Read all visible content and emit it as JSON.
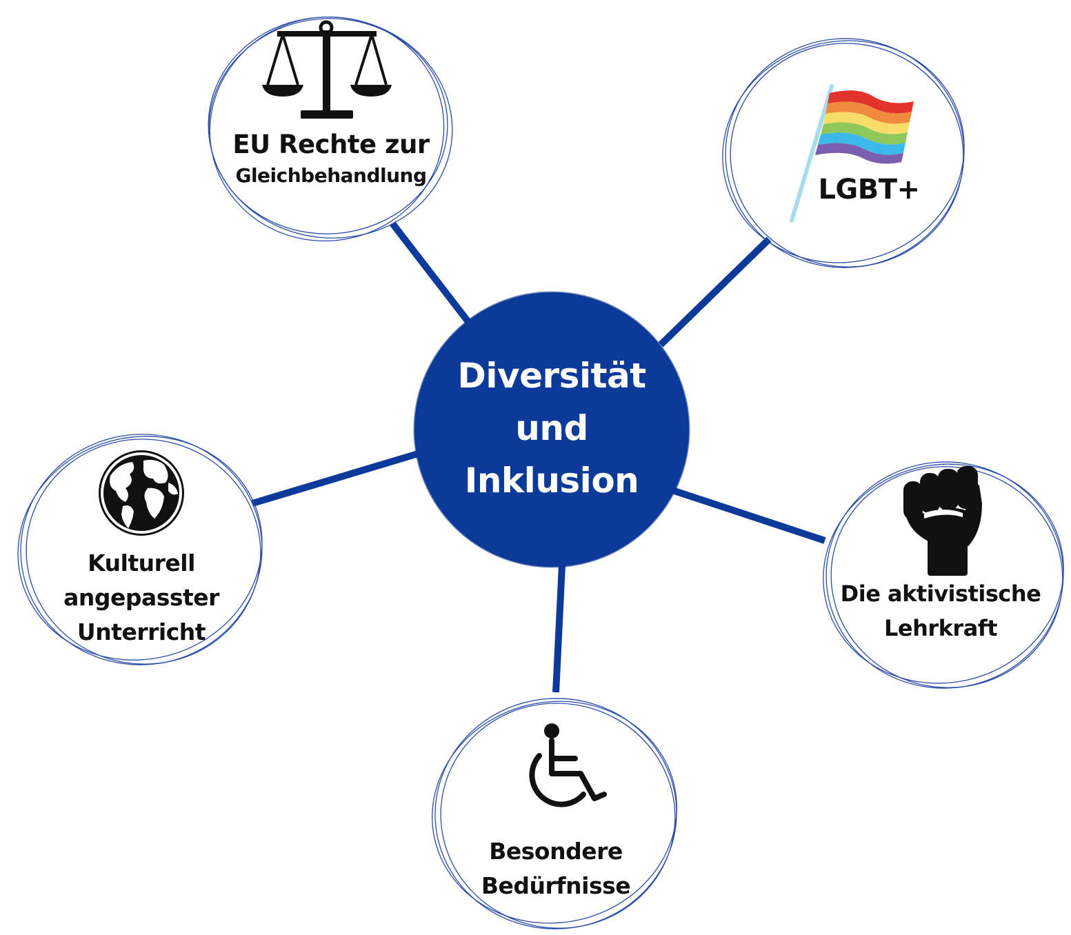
{
  "accent_color": "#0b3a9a",
  "ring_color": "#2a4ba8",
  "center": {
    "line1": "Diversität",
    "line2": "und",
    "line3": "Inklusion"
  },
  "nodes": {
    "eu_rights": {
      "line1": "EU Rechte zur",
      "line2": "Gleichbehandlung",
      "icon": "scales-icon"
    },
    "lgbt": {
      "line1": "LGBT+",
      "icon": "rainbow-flag-icon"
    },
    "culture": {
      "line1": "Kulturell",
      "line2": "angepasster",
      "line3": "Unterricht",
      "icon": "globe-icon"
    },
    "activist": {
      "line1": "Die aktivistische",
      "line2": "Lehrkraft",
      "icon": "raised-fist-icon"
    },
    "special_needs": {
      "line1": "Besondere",
      "line2": "Bedürfnisse",
      "icon": "wheelchair-icon"
    }
  }
}
